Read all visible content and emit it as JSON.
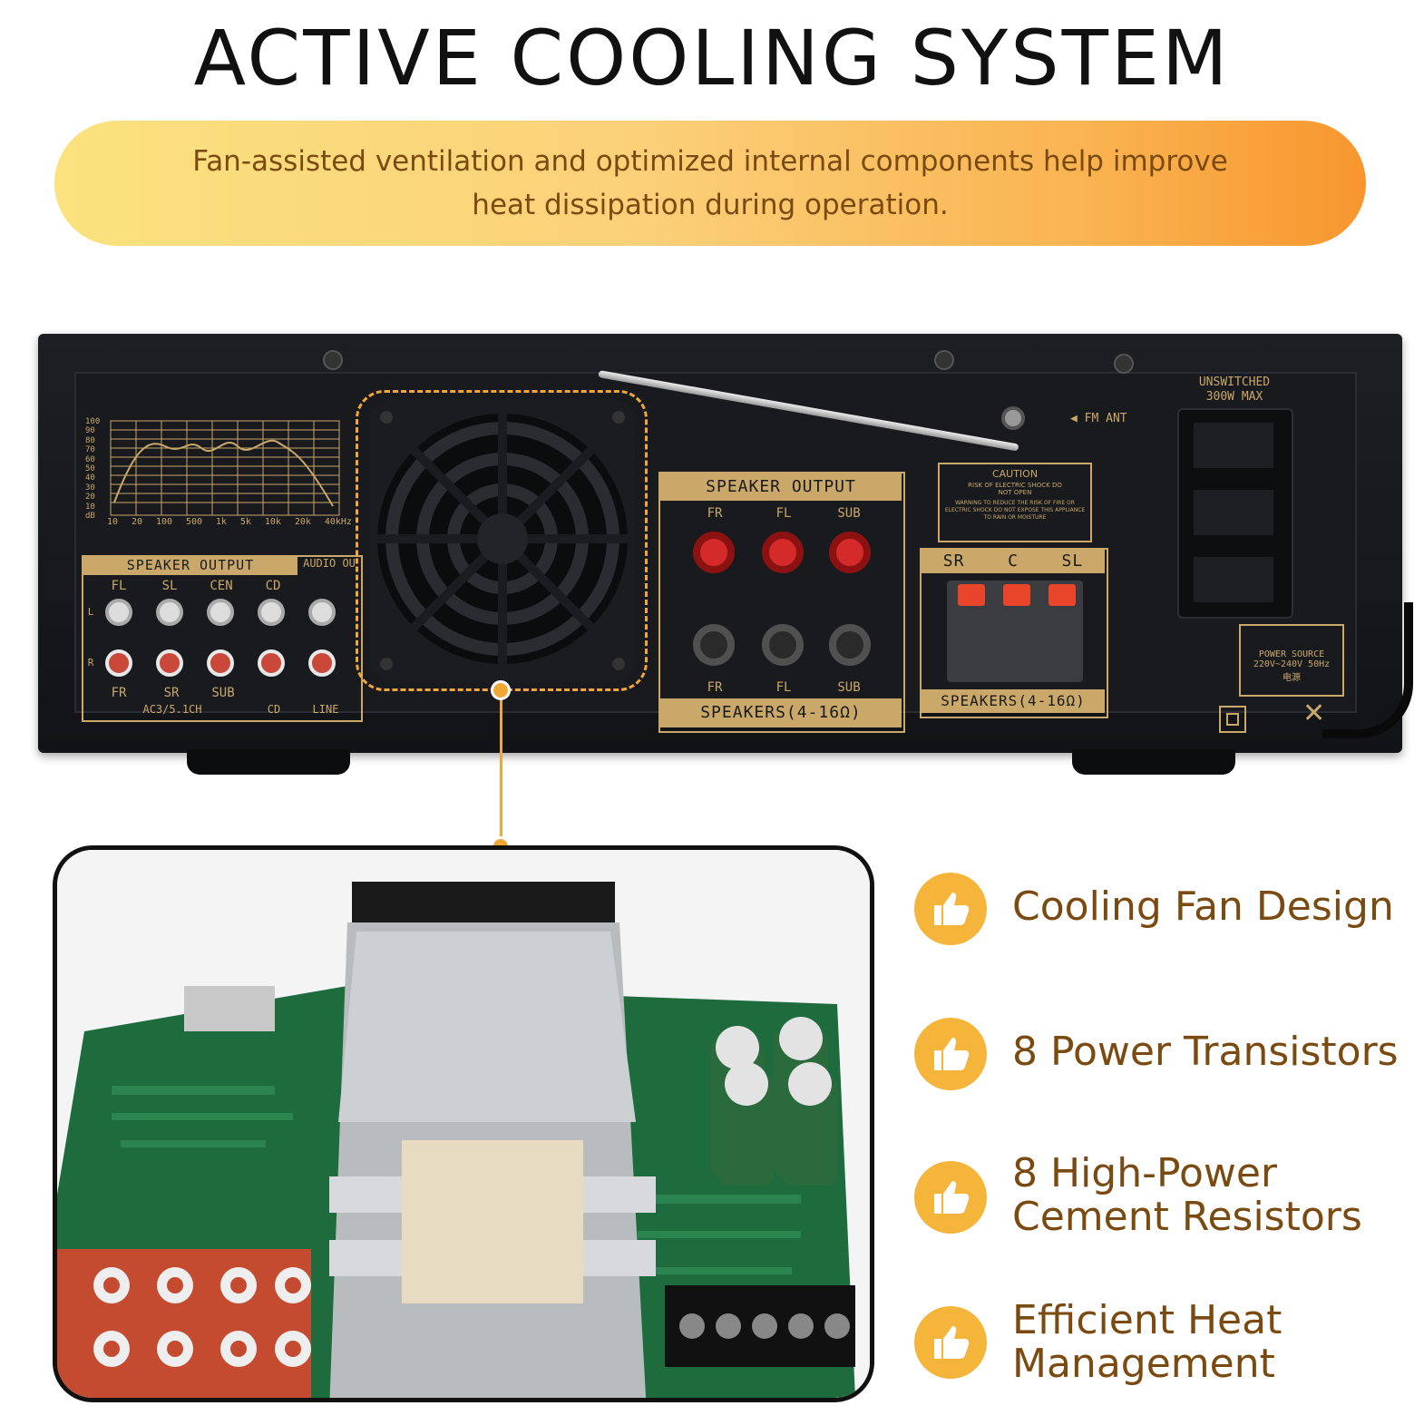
{
  "title": "ACTIVE COOLING SYSTEM",
  "banner": {
    "text": "Fan-assisted ventilation and optimized internal components help improve heat dissipation during operation."
  },
  "panel": {
    "speaker_output_left": "SPEAKER OUTPUT",
    "audio_out": "AUDIO OU",
    "rca_top_labels": [
      "FL",
      "SL",
      "CEN",
      "CD"
    ],
    "rca_bottom_labels": [
      "FR",
      "SR",
      "SUB"
    ],
    "rca_group_labels": [
      "AC3/5.1CH",
      "CD",
      "LINE"
    ],
    "lr_labels": [
      "L",
      "R"
    ],
    "graph_y_ticks": [
      "100",
      "90",
      "80",
      "70",
      "60",
      "50",
      "40",
      "30",
      "20",
      "10 dB"
    ],
    "graph_x_ticks": [
      "10",
      "20",
      "100",
      "500",
      "1k",
      "5k",
      "10k",
      "20k",
      "40kHz"
    ],
    "speaker_output_main": "SPEAKER OUTPUT",
    "main_channels": [
      "FR",
      "FL",
      "SUB"
    ],
    "speakers_main": "SPEAKERS(4-16Ω)",
    "caution_title": "CAUTION",
    "caution_line1": "RISK OF ELECTRIC SHOCK DO NOT OPEN",
    "caution_line2": "WARNING TO REDUCE THE RISK OF FIRE OR ELECTRIC SHOCK DO NOT EXPOSE THIS APPLIANCE TO RAIN OR MOISTURE",
    "sub_channels": [
      "SR",
      "C",
      "SL"
    ],
    "speakers_sub": "SPEAKERS(4-16Ω)",
    "fm_ant": "FM ANT",
    "outlet_label_1": "UNSWITCHED",
    "outlet_label_2": "300W MAX",
    "power_label_1": "POWER SOURCE",
    "power_label_2": "220V~240V 50Hz",
    "power_label_3": "电源"
  },
  "features": [
    {
      "text": "Cooling Fan Design",
      "icon": "thumbs-up-icon"
    },
    {
      "text": "8 Power Transistors",
      "icon": "thumbs-up-icon"
    },
    {
      "text": "8 High-Power\nCement Resistors",
      "icon": "thumbs-up-icon"
    },
    {
      "text": "Efficient Heat\nManagement",
      "icon": "thumbs-up-icon"
    }
  ],
  "colors": {
    "accent": "#f0a738",
    "text_brown": "#7a4a10",
    "panel_gold": "#c9a86a"
  }
}
